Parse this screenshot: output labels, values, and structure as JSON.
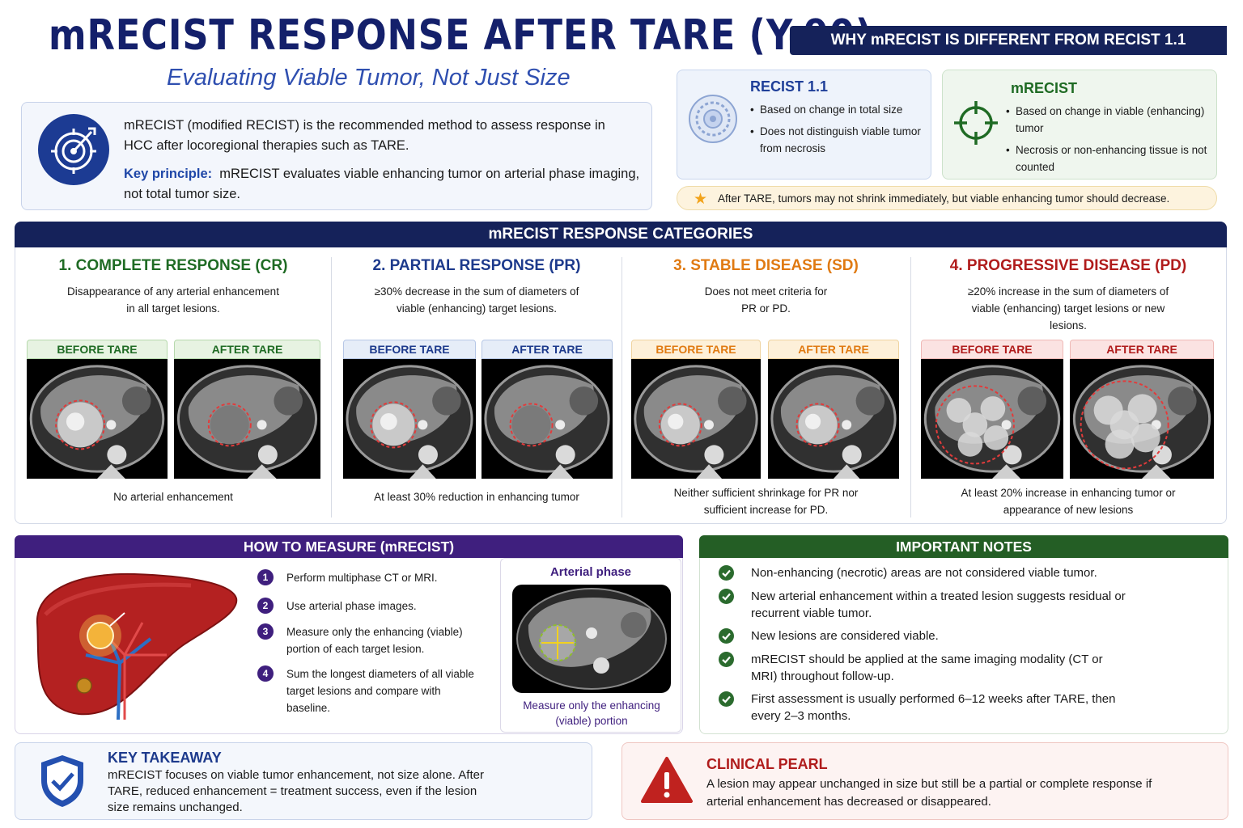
{
  "header": {
    "title": "mRECIST RESPONSE AFTER TARE (Y-90)",
    "subtitle": "Evaluating Viable Tumor, Not Just Size"
  },
  "intro": {
    "text": "mRECIST (modified RECIST) is the recommended method to assess response in HCC after locoregional therapies such as TARE.",
    "key_label": "Key principle:",
    "key_text": "mRECIST evaluates viable enhancing tumor on arterial phase imaging, not total tumor size.",
    "icon": "target-icon"
  },
  "why": {
    "heading": "WHY mRECIST IS DIFFERENT FROM RECIST 1.1",
    "recist": {
      "title": "RECIST 1.1",
      "points": [
        "Based on change in total size",
        "Does not distinguish viable tumor from necrosis"
      ]
    },
    "mrecist": {
      "title": "mRECIST",
      "points": [
        "Based on change in viable (enhancing) tumor",
        "Necrosis or non-enhancing tissue is not counted"
      ]
    },
    "note": "After TARE, tumors may not shrink immediately, but viable enhancing tumor should decrease.",
    "note_icon": "star-icon"
  },
  "categories": {
    "heading": "mRECIST RESPONSE CATEGORIES",
    "before_label": "BEFORE TARE",
    "after_label": "AFTER TARE",
    "items": [
      {
        "title": "1. COMPLETE RESPONSE (CR)",
        "desc": "Disappearance of any arterial enhancement in all target lesions.",
        "caption": "No arterial enhancement",
        "color": "#1f6b24",
        "label_bg": "#e7f3e2",
        "label_border": "#b6d9ad"
      },
      {
        "title": "2. PARTIAL RESPONSE (PR)",
        "desc": "≥30% decrease in the sum of diameters of viable (enhancing) target lesions.",
        "caption": "At least 30% reduction in enhancing tumor",
        "color": "#1d3a8c",
        "label_bg": "#e6edf8",
        "label_border": "#b6c7e6"
      },
      {
        "title": "3. STABLE DISEASE (SD)",
        "desc": "Does not meet criteria for PR or PD.",
        "caption": "Neither sufficient shrinkage for PR nor sufficient increase for PD.",
        "color": "#e07a12",
        "label_bg": "#fdf0d9",
        "label_border": "#efd3a0"
      },
      {
        "title": "4. PROGRESSIVE DISEASE (PD)",
        "desc": "≥20% increase in the sum of diameters of viable (enhancing) target lesions or new lesions.",
        "caption": "At least 20% increase in enhancing tumor or appearance of new lesions",
        "color": "#b01c1c",
        "label_bg": "#fbe3e2",
        "label_border": "#efb9b6"
      }
    ]
  },
  "how": {
    "heading": "HOW TO MEASURE (mRECIST)",
    "steps": [
      {
        "n": "1",
        "text": "Perform multiphase CT or MRI."
      },
      {
        "n": "2",
        "text": "Use arterial phase images."
      },
      {
        "n": "3",
        "text": "Measure only the enhancing (viable) portion of each target lesion."
      },
      {
        "n": "4",
        "text": "Sum the longest diameters of all viable target lesions and compare with baseline."
      }
    ],
    "arterial_title": "Arterial phase",
    "arterial_caption": "Measure only the enhancing (viable) portion"
  },
  "notes": {
    "heading": "IMPORTANT NOTES",
    "items": [
      "Non-enhancing (necrotic) areas are not considered viable tumor.",
      "New arterial enhancement within a treated lesion suggests residual or recurrent viable tumor.",
      "New lesions are considered viable.",
      "mRECIST should be applied at the same imaging modality (CT or MRI) throughout follow-up.",
      "First assessment is usually performed 6–12 weeks after TARE, then every 2–3 months."
    ]
  },
  "takeaway": {
    "title": "KEY TAKEAWAY",
    "text": "mRECIST focuses on viable tumor enhancement, not size alone. After TARE, reduced enhancement = treatment success, even if the lesion size remains unchanged.",
    "icon": "shield-check-icon"
  },
  "pearl": {
    "title": "CLINICAL PEARL",
    "text": "A lesion may appear unchanged in size but still be a partial or complete response if arterial enhancement has decreased or disappeared.",
    "icon": "warning-icon"
  }
}
